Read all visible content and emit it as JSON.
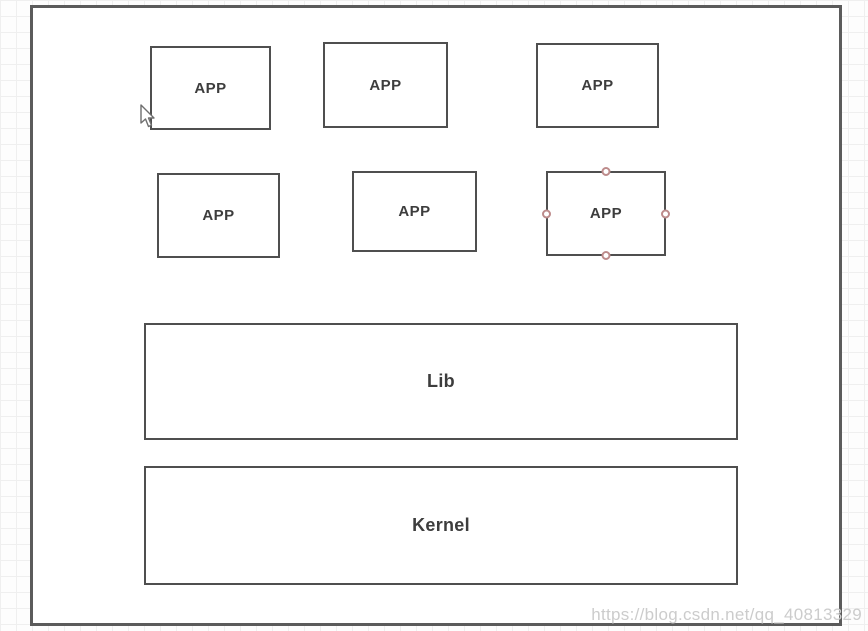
{
  "diagram": {
    "app_boxes": [
      {
        "label": "APP"
      },
      {
        "label": "APP"
      },
      {
        "label": "APP"
      },
      {
        "label": "APP"
      },
      {
        "label": "APP"
      },
      {
        "label": "APP",
        "selected": true
      }
    ],
    "layers": {
      "lib": {
        "label": "Lib"
      },
      "kernel": {
        "label": "Kernel"
      }
    }
  },
  "watermark": {
    "text": "https://blog.csdn.net/qq_40813329"
  },
  "colors": {
    "box_border": "#4f4f4f",
    "outer_border": "#5b5b5b",
    "label_text": "#3d3d3d",
    "selection_handle": "#bd8b8b",
    "watermark_text": "#cccccc",
    "grid_line": "#efefef"
  }
}
